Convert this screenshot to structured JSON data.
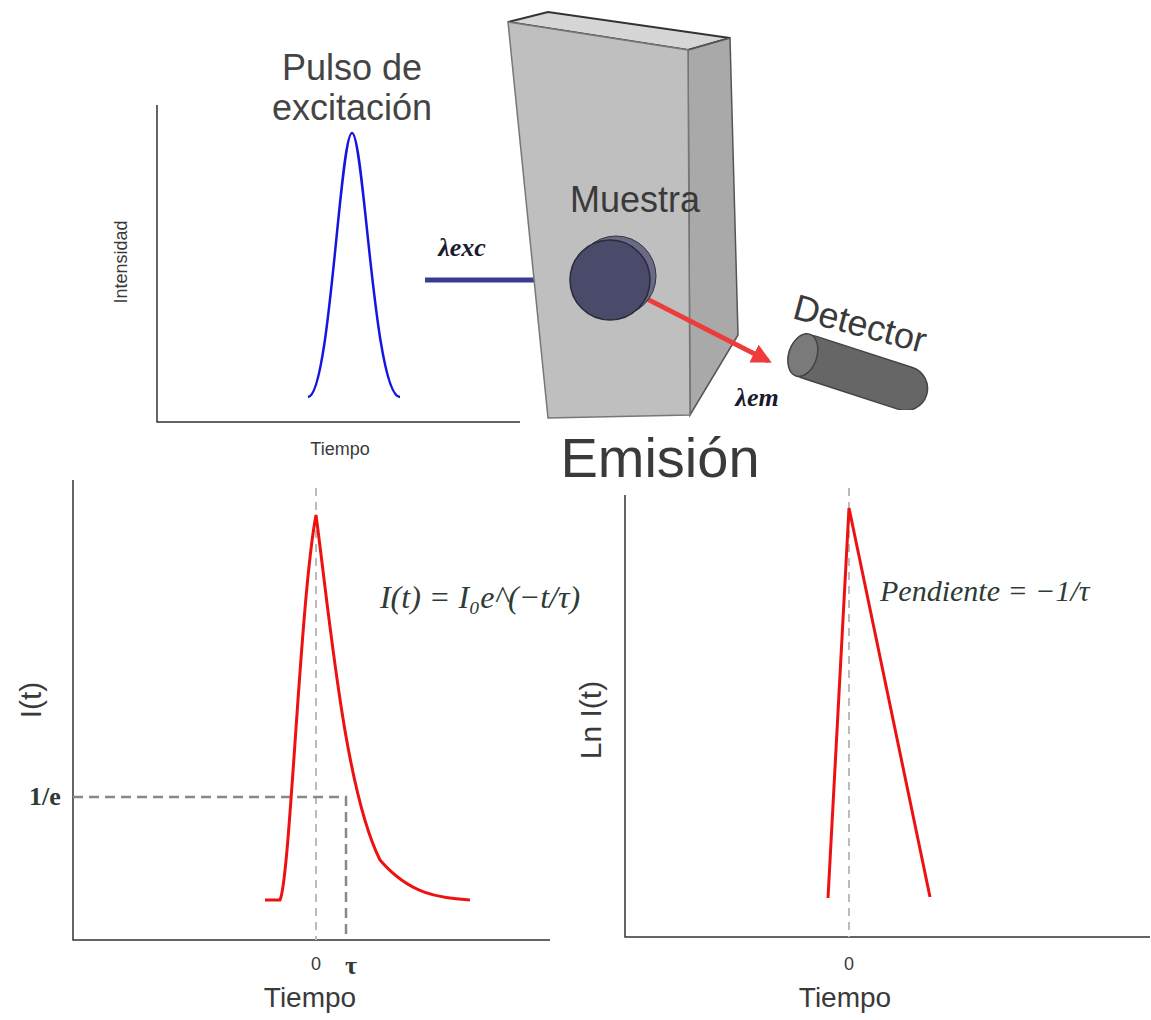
{
  "diagram": {
    "nodes": [
      {
        "text": [
          "Muestra"
        ]
      },
      {
        "text": [
          "Detector"
        ]
      }
    ],
    "edges": [
      {
        "from": 0,
        "to": 1,
        "arrow": "to"
      }
    ],
    "labels": [
      "Pulso de excitación",
      "Intensidad",
      "Tiempo",
      "λexc",
      "λem",
      "Emisión",
      "I(t)",
      "1/e",
      "I(t) = I₀e^(−t/τ)",
      "0",
      "τ",
      "Tiempo",
      "Ln I(t)",
      "Pendiente = −1/τ",
      "0",
      "Tiempo"
    ]
  }
}
